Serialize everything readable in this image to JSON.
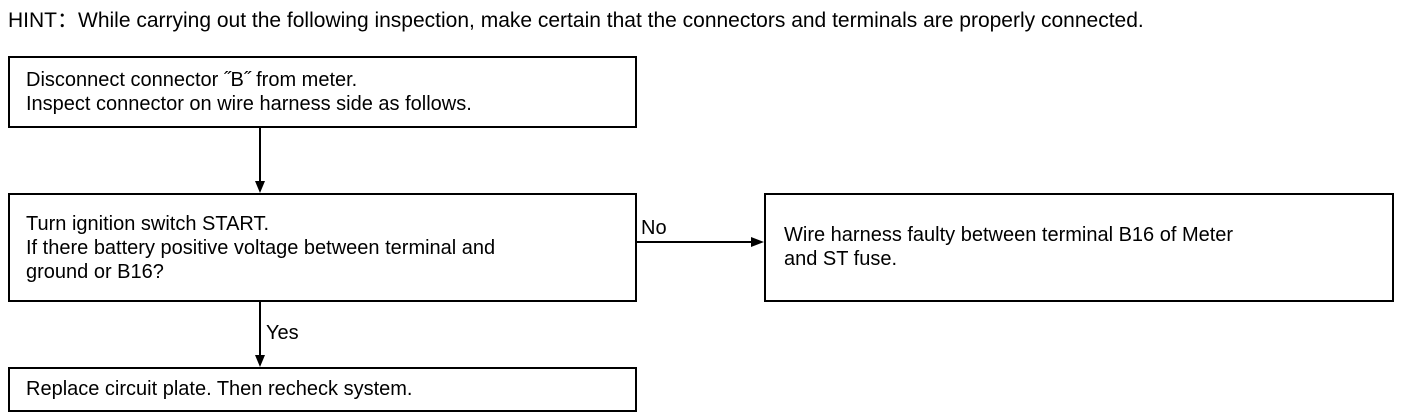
{
  "hint": "HINT：While carrying out the following inspection, make certain that the connectors and terminals are properly connected.",
  "boxes": {
    "disconnect": {
      "lines": [
        "Disconnect connector ˝B˝ from meter.",
        "Inspect connector on wire harness side as follows."
      ]
    },
    "turn_ignition": {
      "lines": [
        "Turn ignition switch START.",
        "If there battery positive voltage between terminal and",
        "ground or B16?"
      ]
    },
    "wire_faulty": {
      "lines": [
        "Wire harness faulty between terminal B16 of Meter",
        "and ST fuse."
      ]
    },
    "replace": {
      "lines": [
        "Replace circuit plate. Then recheck system."
      ]
    }
  },
  "branches": {
    "no": "No",
    "yes": "Yes"
  }
}
